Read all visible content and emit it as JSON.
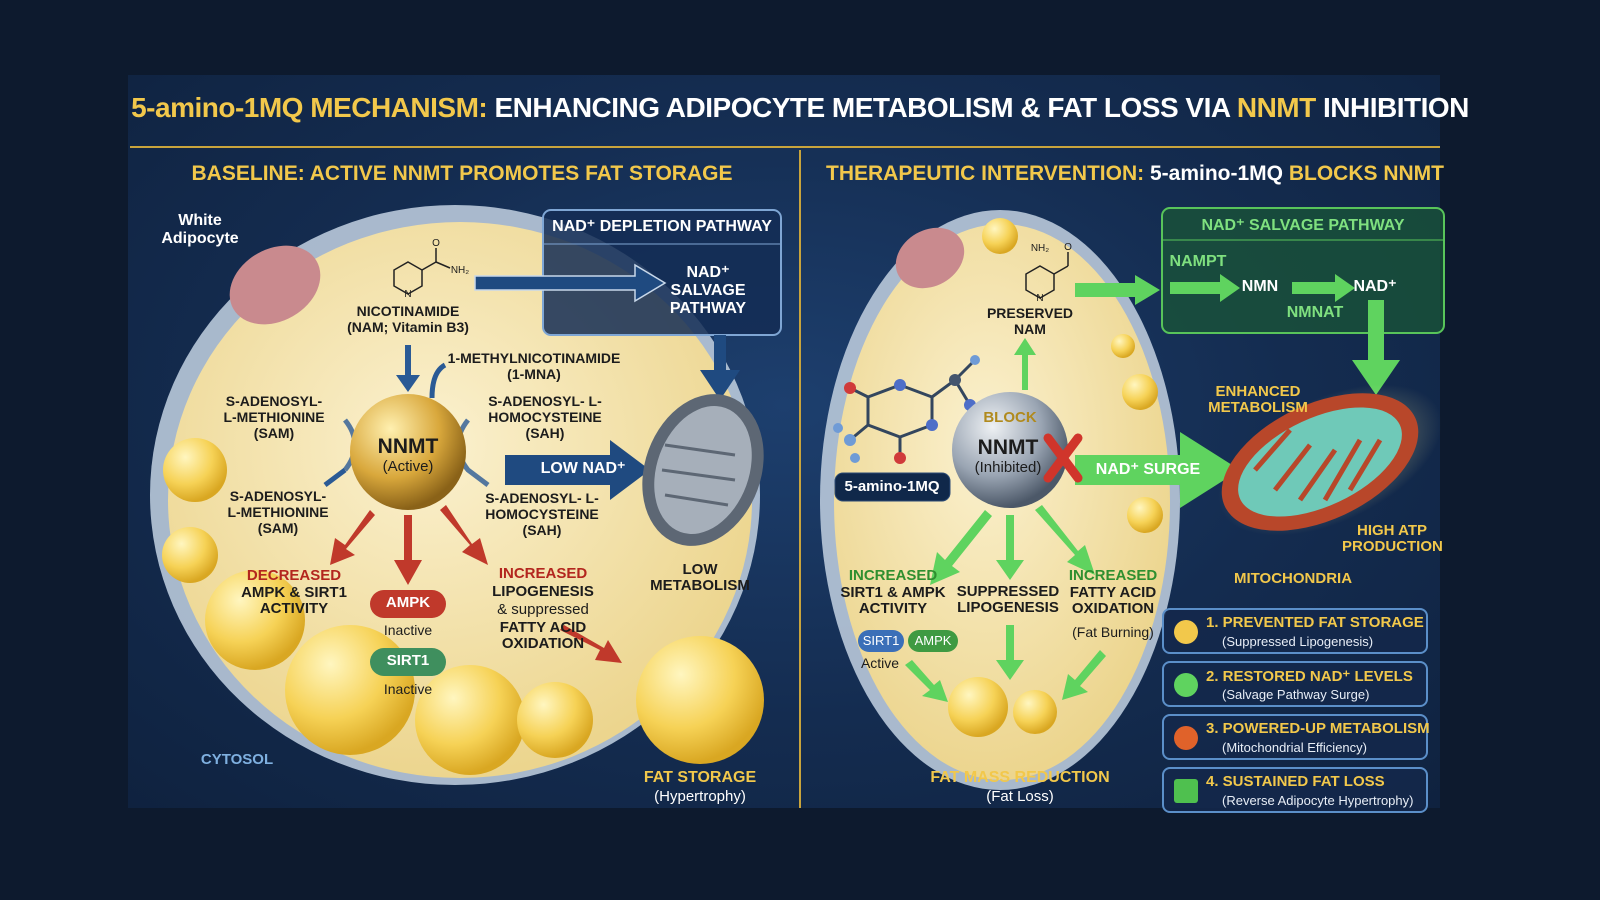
{
  "title": {
    "part1": "5-amino-1MQ MECHANISM:",
    "part2": " ENHANCING ADIPOCYTE METABOLISM & FAT LOSS VIA ",
    "part3": "NNMT",
    "part4": " INHIBITION"
  },
  "left": {
    "heading": "BASELINE: ACTIVE NNMT PROMOTES FAT STORAGE",
    "cell_label": "White Adipocyte",
    "depletion_box": "NAD⁺ DEPLETION PATHWAY",
    "salvage": "NAD⁺ SALVAGE PATHWAY",
    "nh2": "NH₂",
    "o": "O",
    "n": "N",
    "nicotinamide": "NICOTINAMIDE",
    "nicotinamide_sub": "(NAM; Vitamin B3)",
    "mna": "1-METHYLNICOTINAMIDE",
    "mna_sub": "(1-MNA)",
    "sam1": "S-ADENOSYL- L-METHIONINE (SAM)",
    "sah1": "S-ADENOSYL- L-HOMOCYSTEINE (SAH)",
    "sam2": "S-ADENOSYL- L-METHIONINE (SAM)",
    "sah2": "S-ADENOSYL- L-HOMOCYSTEINE (SAH)",
    "nnmt": "NNMT",
    "nnmt_state": "(Active)",
    "low_nad": "LOW NAD⁺",
    "low_metabolism": "LOW METABOLISM",
    "decreased": "DECREASED",
    "decreased_sub": "AMPK & SIRT1 ACTIVITY",
    "ampk": "AMPK",
    "ampk_state": "Inactive",
    "sirt1": "SIRT1",
    "sirt1_state": "Inactive",
    "increased": "INCREASED",
    "lipogenesis": "LIPOGENESIS",
    "suppressed": "& suppressed",
    "fao": "FATTY ACID OXIDATION",
    "cytosol": "CYTOSOL",
    "fat_storage": "FAT STORAGE",
    "fat_storage_sub": "(Hypertrophy)"
  },
  "right": {
    "heading_a": "THERAPEUTIC INTERVENTION: ",
    "heading_b": "5-amino-1MQ",
    "heading_c": " BLOCKS NNMT",
    "salvage_box": "NAD⁺ SALVAGE PATHWAY",
    "nampt": "NAMPT",
    "nmn": "NMN",
    "nad": "NAD⁺",
    "nmnat": "NMNAT",
    "nh2": "NH₂",
    "o": "O",
    "n": "N",
    "preserved": "PRESERVED NAM",
    "block": "BLOCK",
    "nnmt": "NNMT",
    "nnmt_state": "(Inhibited)",
    "drug": "5-amino-1MQ",
    "nad_surge": "NAD⁺ SURGE",
    "enhanced": "ENHANCED METABOLISM",
    "high_atp": "HIGH ATP PRODUCTION",
    "mito": "MITOCHONDRIA",
    "inc1": "INCREASED",
    "inc1_sub": "SIRT1 & AMPK ACTIVITY",
    "sirt1": "SIRT1",
    "ampk": "AMPK",
    "active": "Active",
    "supp": "SUPPRESSED LIPOGENESIS",
    "inc2": "INCREASED",
    "inc2_sub": "FATTY ACID OXIDATION",
    "fat_burning": "(Fat Burning)",
    "fat_mass": "FAT MASS REDUCTION",
    "fat_loss": "(Fat Loss)",
    "benefits": [
      {
        "title": "1. PREVENTED FAT STORAGE",
        "sub": "(Suppressed Lipogenesis)",
        "icon": "fat-bag-icon",
        "color": "#f2c84b"
      },
      {
        "title": "2. RESTORED NAD⁺ LEVELS",
        "sub": "(Salvage Pathway Surge)",
        "icon": "sun-icon",
        "color": "#5fd35f"
      },
      {
        "title": "3. POWERED-UP METABOLISM",
        "sub": "(Mitochondrial Efficiency)",
        "icon": "energy-icon",
        "color": "#e0622a"
      },
      {
        "title": "4. SUSTAINED FAT LOSS",
        "sub": "(Reverse Adipocyte Hypertrophy)",
        "icon": "down-arrows-icon",
        "color": "#4fc04f"
      }
    ]
  }
}
